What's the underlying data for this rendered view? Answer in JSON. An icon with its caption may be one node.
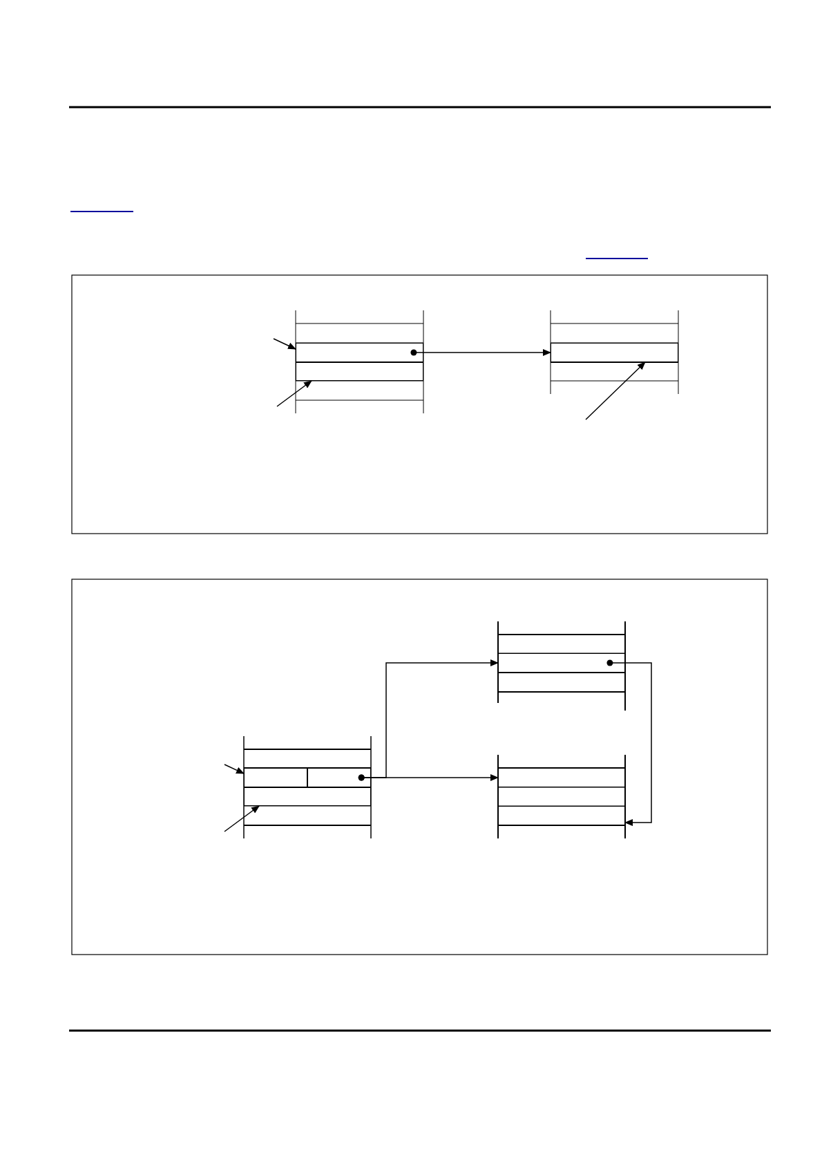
{
  "diagram": {
    "nodes": [
      {
        "text": [],
        "shape": "box"
      },
      {
        "text": [],
        "shape": "box"
      },
      {
        "text": [],
        "shape": "box"
      },
      {
        "text": [],
        "shape": "box"
      },
      {
        "text": [],
        "shape": "box"
      },
      {
        "text": [],
        "shape": "box"
      },
      {
        "text": [],
        "shape": "box"
      },
      {
        "text": [],
        "shape": "box"
      },
      {
        "text": [],
        "shape": "box"
      }
    ],
    "edges": [
      {
        "from": null,
        "to": 0,
        "arrow": "to"
      },
      {
        "from": null,
        "to": 1,
        "arrow": "to"
      },
      {
        "from": 0,
        "to": 2,
        "arrow": "to"
      },
      {
        "from": null,
        "to": 2,
        "arrow": "to"
      },
      {
        "from": null,
        "to": 3,
        "arrow": "to"
      },
      {
        "from": null,
        "to": 5,
        "arrow": "to"
      },
      {
        "from": 4,
        "to": 6,
        "arrow": "to"
      },
      {
        "from": 4,
        "to": 7,
        "arrow": "to"
      },
      {
        "from": 6,
        "to": 8,
        "arrow": "to"
      }
    ]
  }
}
